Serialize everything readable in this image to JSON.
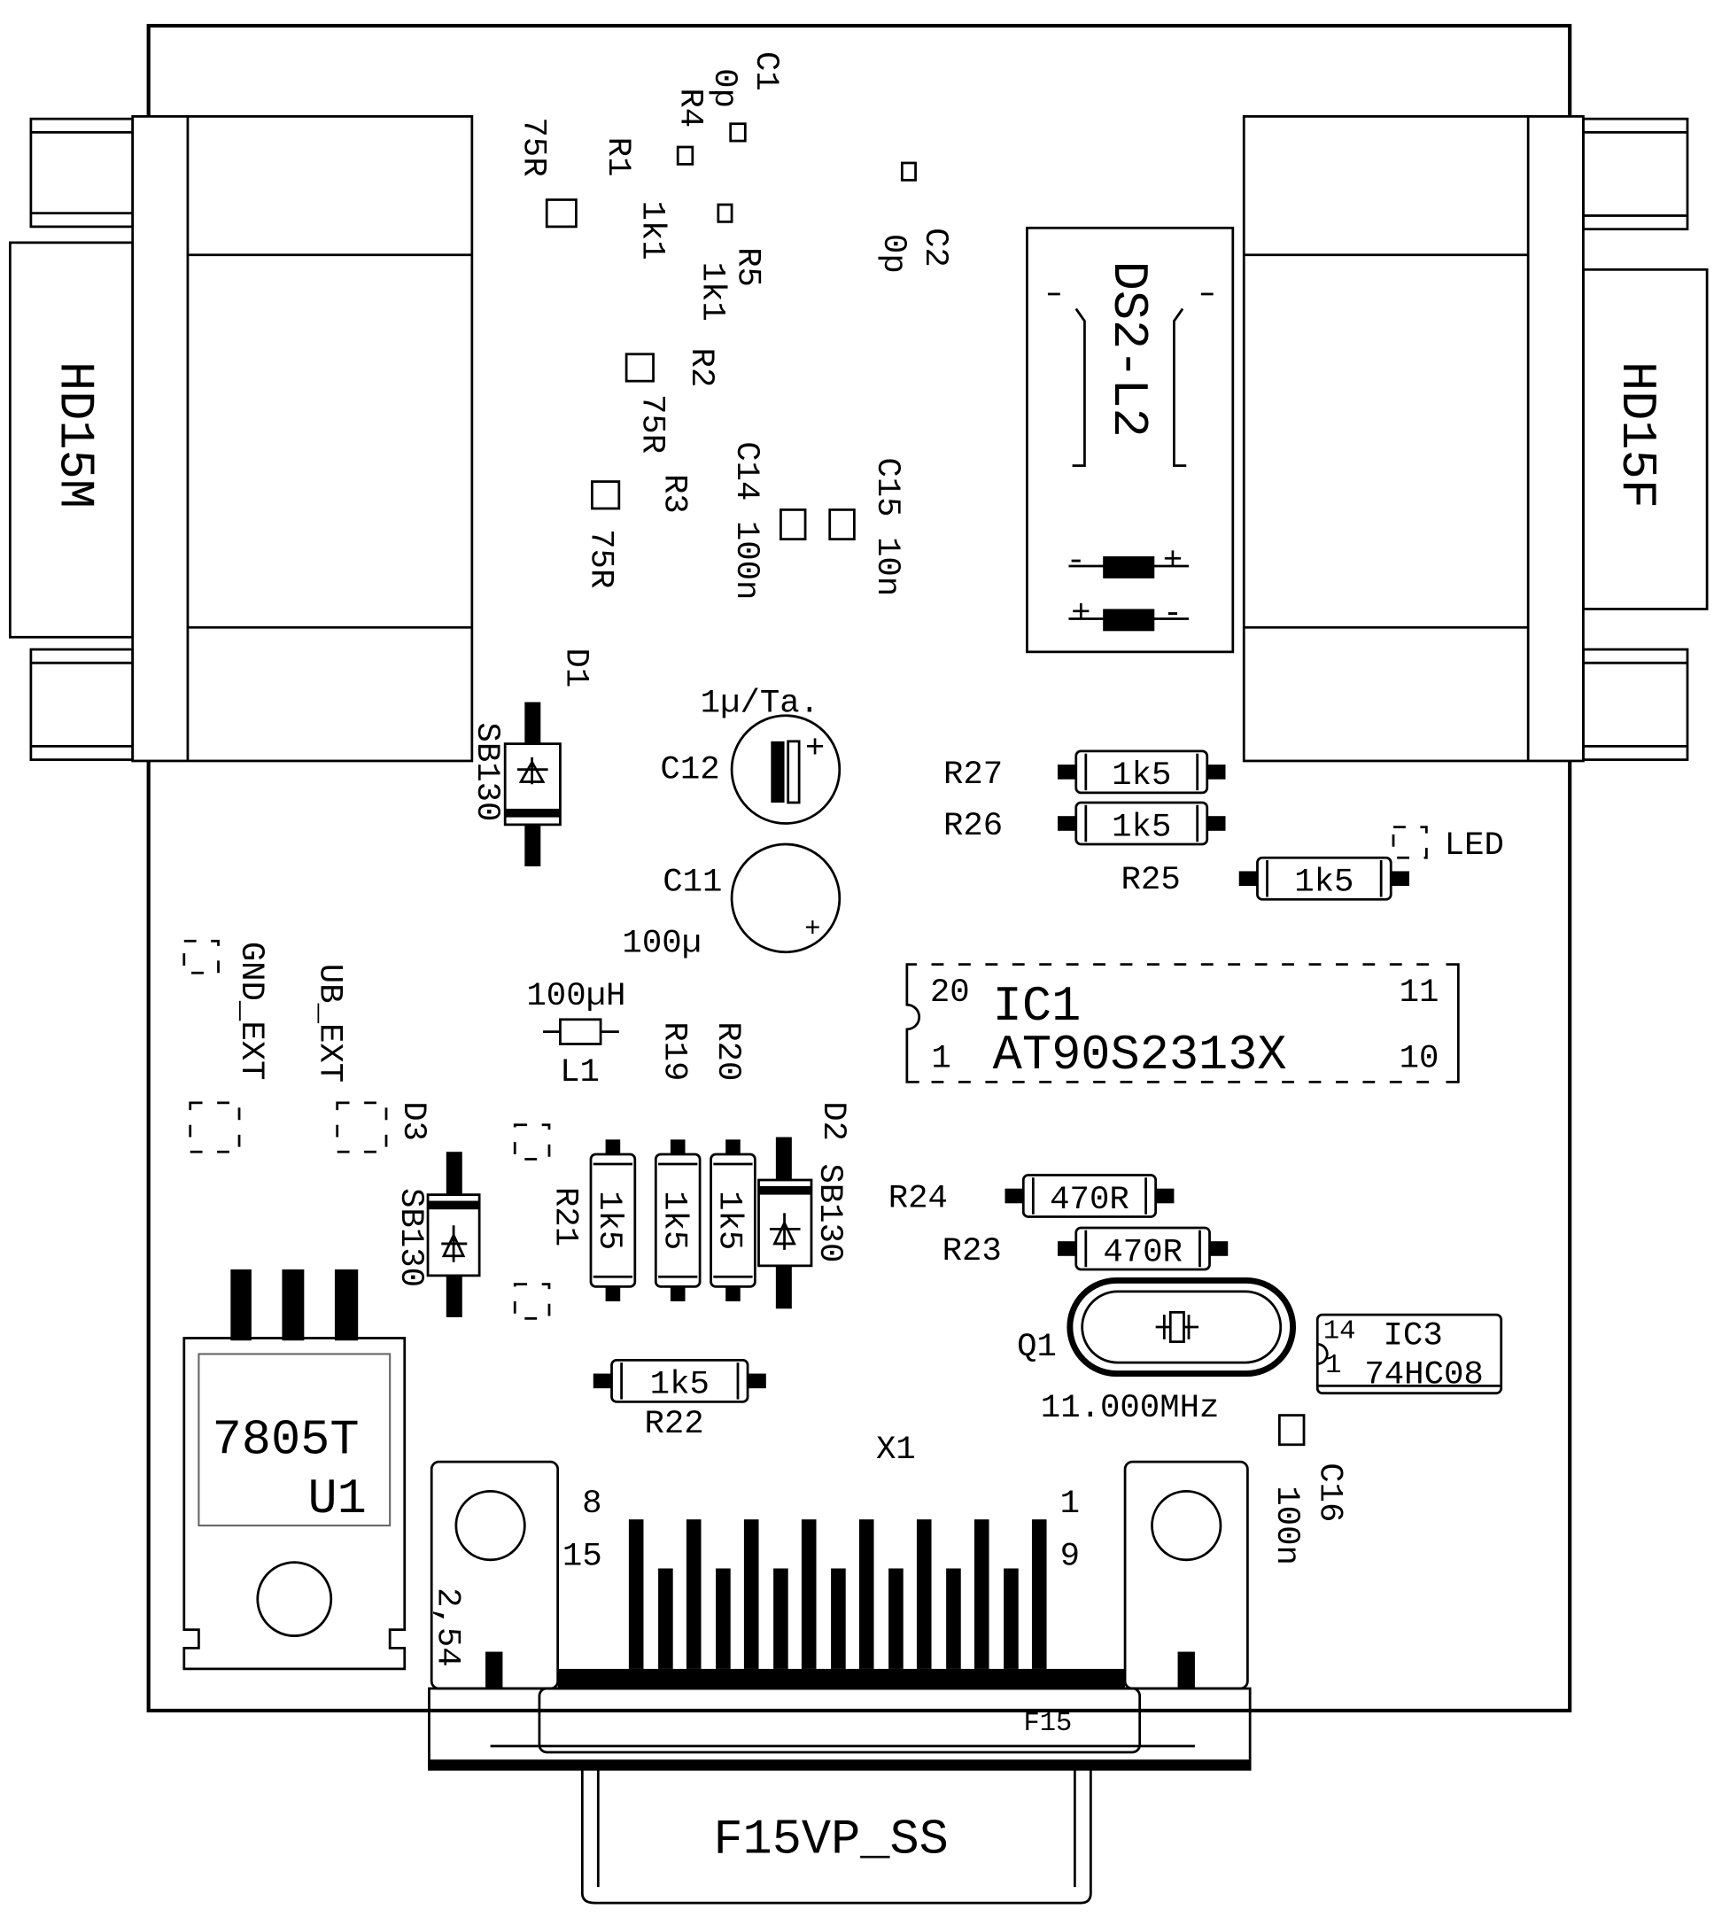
{
  "colors": {
    "ink": "#000000",
    "background": "#ffffff"
  },
  "connectors": {
    "left": "HD15M",
    "right": "HD15F",
    "bottom_ref": "X1",
    "bottom_type": "F15VP_SS",
    "bottom_label": "F15",
    "pin8": "8",
    "pin15": "15",
    "pin1": "1",
    "pin9": "9",
    "pitch": "2,54"
  },
  "display": {
    "ref": "DS2-L2",
    "minus": "-",
    "plus": "+"
  },
  "smd": {
    "c1": "C1",
    "c1_val": "0p",
    "c2": "C2",
    "c2_val": "0p",
    "r1": "R1",
    "r1_val": "75R",
    "r2": "R2",
    "r2_val": "75R",
    "r3": "R3",
    "r3_val": "75R",
    "r4": "R4",
    "r4_val": "1k1",
    "r5": "R5",
    "r5_val": "1k1",
    "c14": "C14 100n",
    "c15": "C15 10n",
    "c16": "C16",
    "c16_val": "100n"
  },
  "diodes": {
    "d1": "D1",
    "d1_val": "SB130",
    "d2": "D2",
    "d2_val": "SB130",
    "d3": "D3",
    "d3_val": "SB130"
  },
  "caps": {
    "c12": "C12",
    "c12_val": "1µ/Ta.",
    "c11": "C11",
    "c11_val": "100µ",
    "plus": "+"
  },
  "resistors": {
    "r27": "R27",
    "r26": "R26",
    "r25": "R25",
    "r22": "R22",
    "r24": "R24",
    "r23": "R23",
    "r19": "R19",
    "r20": "R20",
    "r21": "R21",
    "val_1k5": "1k5",
    "val_470r": "470R"
  },
  "inductor": {
    "ref": "L1",
    "val": "100µH"
  },
  "jumpers": {
    "led": "LED",
    "gnd": "GND_EXT",
    "ub": "UB_EXT"
  },
  "ic1": {
    "ref": "IC1",
    "part": "AT90S2313X",
    "p20": "20",
    "p1": "1",
    "p11": "11",
    "p10": "10"
  },
  "ic3": {
    "ref": "IC3",
    "part": "74HC08",
    "p14": "14",
    "p1": "1"
  },
  "crystal": {
    "ref": "Q1",
    "val": "11.000MHz"
  },
  "regulator": {
    "part": "7805T",
    "ref": "U1"
  }
}
